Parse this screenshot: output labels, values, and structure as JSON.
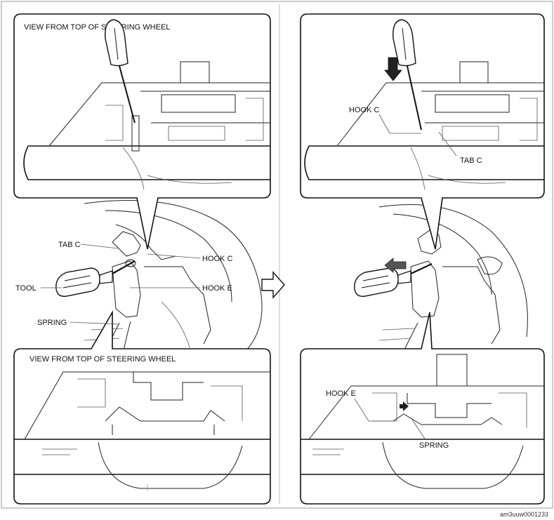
{
  "labels": {
    "view_top_left": "VIEW FROM TOP OF STEERING WHEEL",
    "view_bottom_left": "VIEW FROM TOP OF STEERING WHEEL",
    "hook_c_top_right": "HOOK C",
    "tab_c_top_right": "TAB C",
    "tab_c_left": "TAB C",
    "hook_c_left": "HOOK C",
    "tool_left": "TOOL",
    "hook_e_left": "HOOK E",
    "spring_left": "SPRING",
    "hook_e_bottom_right": "HOOK E",
    "spring_bottom_right": "SPRING"
  },
  "figure_code": "am3uuw0001233",
  "icons": [
    "right-arrow-icon",
    "screwdriver-icon",
    "push-arrow-icon"
  ]
}
